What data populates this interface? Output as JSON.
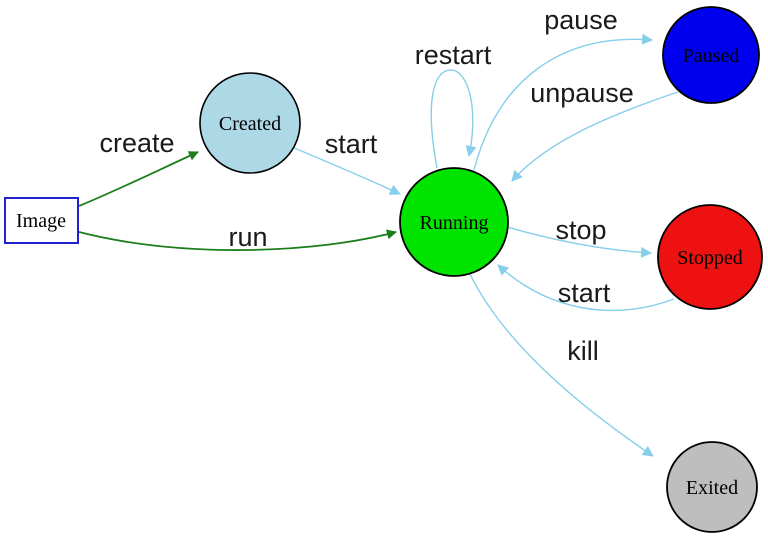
{
  "canvas": {
    "background": "#ffffff"
  },
  "colors": {
    "edge_blue": "#87ceeb",
    "edge_green": "#1b7e1b",
    "node_border": "#000000",
    "image_border": "#2121cf"
  },
  "nodes": {
    "image": {
      "label": "Image",
      "shape": "rectangle",
      "fill": "#ffffff"
    },
    "created": {
      "label": "Created",
      "shape": "circle",
      "fill": "#add8e6"
    },
    "running": {
      "label": "Running",
      "shape": "circle",
      "fill": "#00e400"
    },
    "paused": {
      "label": "Paused",
      "shape": "circle",
      "fill": "#0000ee"
    },
    "stopped": {
      "label": "Stopped",
      "shape": "circle",
      "fill": "#ee1111"
    },
    "exited": {
      "label": "Exited",
      "shape": "circle",
      "fill": "#bebebe"
    }
  },
  "edges": {
    "create": {
      "label": "create",
      "from": "image",
      "to": "created"
    },
    "run": {
      "label": "run",
      "from": "image",
      "to": "running"
    },
    "start_created": {
      "label": "start",
      "from": "created",
      "to": "running"
    },
    "restart": {
      "label": "restart",
      "from": "running",
      "to": "running"
    },
    "pause": {
      "label": "pause",
      "from": "running",
      "to": "paused"
    },
    "unpause": {
      "label": "unpause",
      "from": "paused",
      "to": "running"
    },
    "stop": {
      "label": "stop",
      "from": "running",
      "to": "stopped"
    },
    "start_stopped": {
      "label": "start",
      "from": "stopped",
      "to": "running"
    },
    "kill": {
      "label": "kill",
      "from": "running",
      "to": "exited"
    }
  }
}
